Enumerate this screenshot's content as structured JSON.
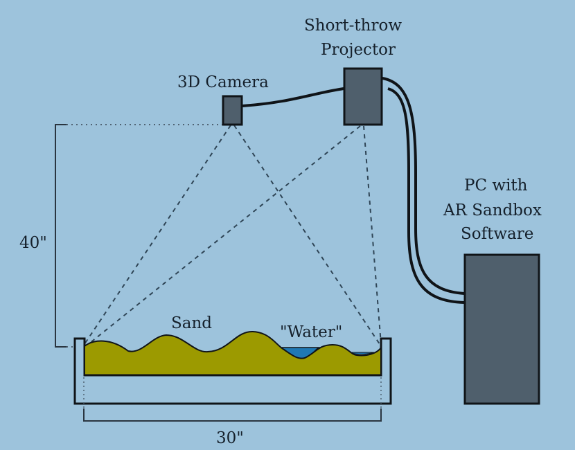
{
  "colors": {
    "background": "#9dc3dc",
    "device_fill": "#4f5f6c",
    "sand": "#9c9a00",
    "water": "#1f78b4",
    "outline": "#101418"
  },
  "labels": {
    "projector_line1": "Short-throw",
    "projector_line2": "Projector",
    "camera": "3D Camera",
    "pc_line1": "PC with",
    "pc_line2": "AR Sandbox",
    "pc_line3": "Software",
    "height_dim": "40\"",
    "width_dim": "30\"",
    "sand": "Sand",
    "water": "\"Water\""
  }
}
